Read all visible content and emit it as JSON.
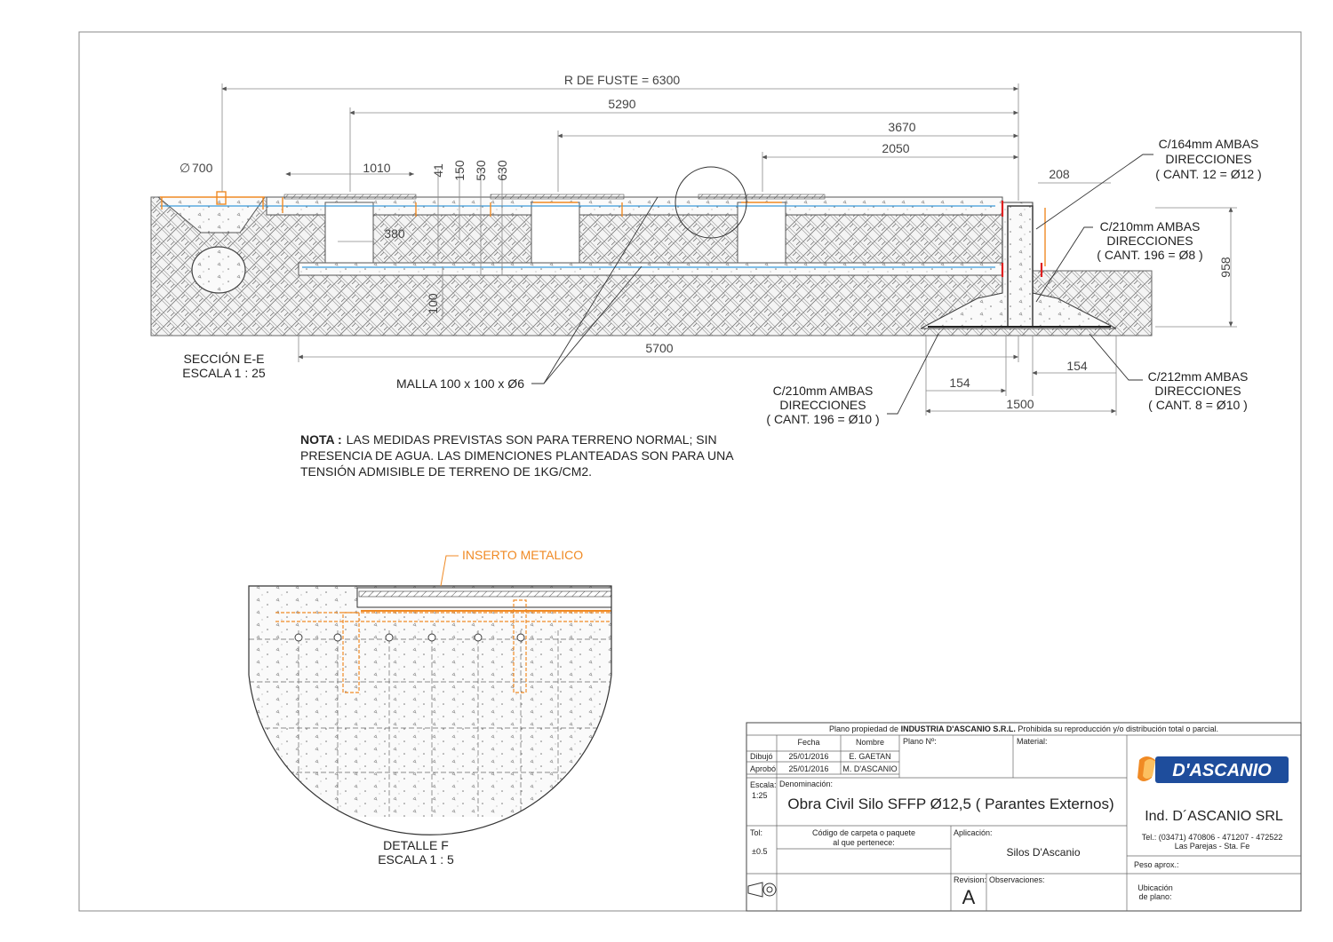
{
  "section": {
    "title": "SECCIÓN E-E",
    "scale": "ESCALA 1 : 25",
    "dims": {
      "r_fuste": "R DE FUSTE = 6300",
      "d5290": "5290",
      "d3670": "3670",
      "d2050": "2050",
      "diam700": "700",
      "d1010": "1010",
      "d41": "41",
      "d150": "150",
      "d530": "530",
      "d630": "630",
      "d380": "380",
      "d100": "100",
      "d5700": "5700",
      "d208": "208",
      "d958": "958",
      "d154a": "154",
      "d154b": "154",
      "d1500": "1500"
    },
    "callouts": {
      "c164": [
        "C/164mm AMBAS",
        "DIRECCIONES",
        "( CANT. 12 = Ø12 )"
      ],
      "c210a": [
        "C/210mm AMBAS",
        "DIRECCIONES",
        "( CANT. 196 = Ø8 )"
      ],
      "c212": [
        "C/212mm AMBAS",
        "DIRECCIONES",
        "( CANT. 8 = Ø10 )"
      ],
      "c210b": [
        "C/210mm AMBAS",
        "DIRECCIONES",
        "( CANT. 196 = Ø10 )"
      ],
      "malla": "MALLA 100 x 100 x Ø6"
    }
  },
  "note": {
    "bold": "NOTA :",
    "line1": "LAS MEDIDAS PREVISTAS SON PARA TERRENO NORMAL; SIN",
    "line2": "PRESENCIA DE AGUA. LAS DIMENCIONES PLANTEADAS SON PARA UNA",
    "line3": "TENSIÓN ADMISIBLE DE TERRENO DE 1KG/CM2."
  },
  "detail": {
    "insert_label": "INSERTO METALICO",
    "title": "DETALLE F",
    "scale": "ESCALA 1 : 5"
  },
  "title_block": {
    "ownership_pre": "Plano propiedad de ",
    "ownership_company": "INDUSTRIA D'ASCANIO S.R.L.",
    "ownership_post": " Prohibida su reproducción y/o distribución total o parcial.",
    "col_fecha": "Fecha",
    "col_nombre": "Nombre",
    "plano_no_label": "Plano Nº:",
    "material_label": "Material:",
    "dibujo_label": "Dibujó",
    "dibujo_fecha": "25/01/2016",
    "dibujo_nombre": "E. GAETAN",
    "aprobo_label": "Aprobó",
    "aprobo_fecha": "25/01/2016",
    "aprobo_nombre": "M. D'ASCANIO",
    "escala_label": "Escala:",
    "escala_value": "1:25",
    "denominacion_label": "Denominación:",
    "denominacion_value": "Obra Civil Silo SFFP Ø12,5 ( Parantes Externos)",
    "tol_label": "Tol:",
    "tol_value": "±0.5",
    "codigo_label1": "Código de carpeta o paquete",
    "codigo_label2": "al que pertenece:",
    "aplicacion_label": "Aplicación:",
    "aplicacion_value": "Silos D'Ascanio",
    "revision_label": "Revision:",
    "revision_value": "A",
    "observaciones_label": "Observaciones:",
    "logo_text": "D'ASCANIO",
    "company_name": "Ind. D´ASCANIO SRL",
    "company_tel": "Tel.: (03471) 470806 - 471207 - 472522",
    "company_city": "Las Parejas - Sta. Fe",
    "peso_label": "Peso aprox.:",
    "ubicacion_label1": "Ubicación",
    "ubicacion_label2": "de plano:"
  },
  "colors": {
    "orange": "#f08a24",
    "blue": "#3a9bd9",
    "red": "#e02020",
    "line": "#555555",
    "brand_blue": "#1e4d9c"
  }
}
